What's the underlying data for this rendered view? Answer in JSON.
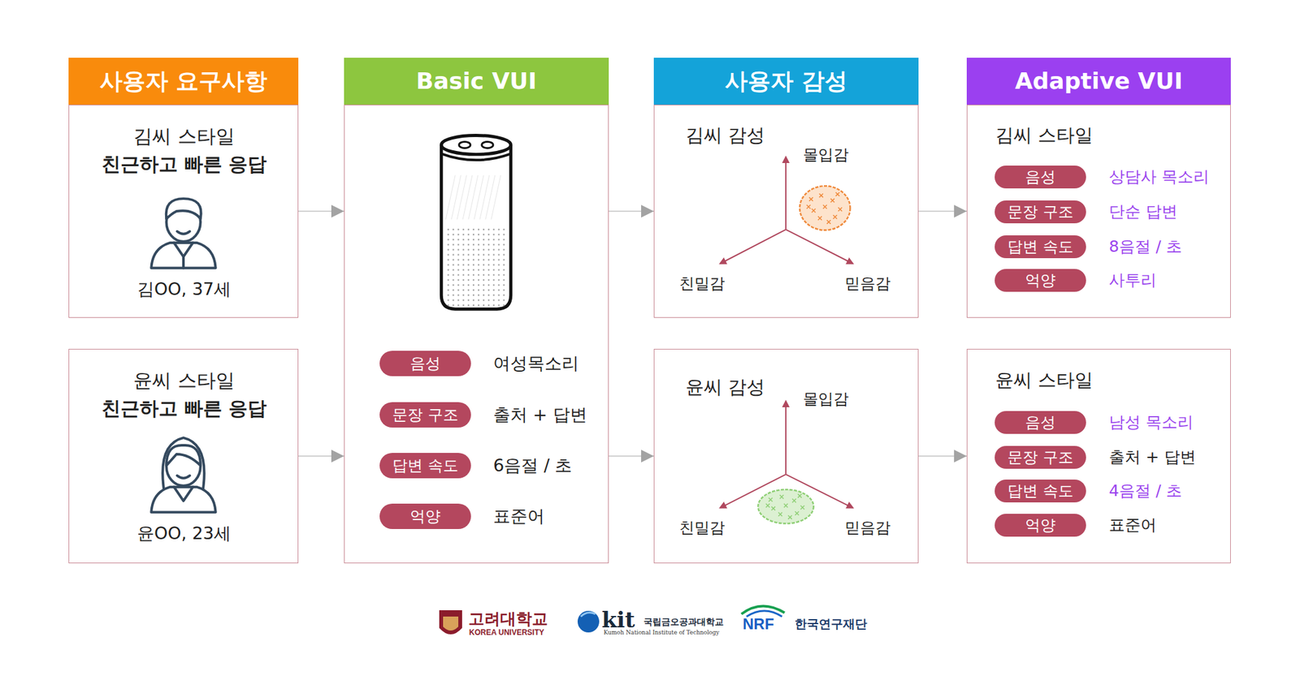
{
  "diagram": {
    "nodes": [
      {
        "text": [
          "사용자 요구사항"
        ]
      },
      {
        "text": [
          "김씨 스타일",
          "친근하고 빠른 응답",
          "김OO, 37세"
        ]
      },
      {
        "text": [
          "윤씨 스타일",
          "친근하고 빠른 응답",
          "윤OO, 23세"
        ]
      },
      {
        "text": [
          "Basic VUI"
        ]
      },
      {
        "text": [
          "여성목소리",
          "출처 + 답변",
          "6음절 / 초",
          "표준어"
        ]
      },
      {
        "text": [
          "음성"
        ],
        "in": 4
      },
      {
        "text": [
          "문장 구조"
        ],
        "in": 4
      },
      {
        "text": [
          "답변 속도"
        ],
        "in": 4
      },
      {
        "text": [
          "억양"
        ],
        "in": 4
      },
      {
        "text": [
          "사용자 감성"
        ]
      },
      {
        "text": [
          "김씨 감성",
          "몰입감",
          "친밀감",
          "믿음감"
        ]
      },
      {
        "text": [
          "윤씨 감성",
          "몰입감",
          "친밀감",
          "믿음감"
        ]
      },
      {
        "text": [
          "Adaptive VUI"
        ]
      },
      {
        "text": [
          "김씨 스타일",
          "상담사 목소리",
          "단순 답변",
          "8음절 / 초",
          "사투리"
        ]
      },
      {
        "text": [
          "음성"
        ],
        "in": 13
      },
      {
        "text": [
          "문장 구조"
        ],
        "in": 13
      },
      {
        "text": [
          "답변 속도"
        ],
        "in": 13
      },
      {
        "text": [
          "억양"
        ],
        "in": 13
      },
      {
        "text": [
          "윤씨 스타일",
          "남성 목소리",
          "출처 + 답변",
          "4음절 / 초",
          "표준어"
        ]
      },
      {
        "text": [
          "음성"
        ],
        "in": 18
      },
      {
        "text": [
          "문장 구조"
        ],
        "in": 18
      },
      {
        "text": [
          "답변 속도"
        ],
        "in": 18
      },
      {
        "text": [
          "억양"
        ],
        "in": 18
      }
    ],
    "edges": [
      {
        "from": 1,
        "to": 4,
        "arrow": "to"
      },
      {
        "from": 2,
        "to": 4,
        "arrow": "to"
      },
      {
        "from": 4,
        "to": 10,
        "arrow": "to"
      },
      {
        "from": 4,
        "to": 11,
        "arrow": "to"
      },
      {
        "from": 10,
        "to": 13,
        "arrow": "to"
      },
      {
        "from": 11,
        "to": 18,
        "arrow": "to"
      }
    ],
    "labels": [
      "고려대학교",
      "KOREA UNIVERSITY",
      "kit",
      "국립금오공과대학교",
      "Kumoh National Institute of Technology",
      "NRF",
      "한국연구재단"
    ]
  }
}
